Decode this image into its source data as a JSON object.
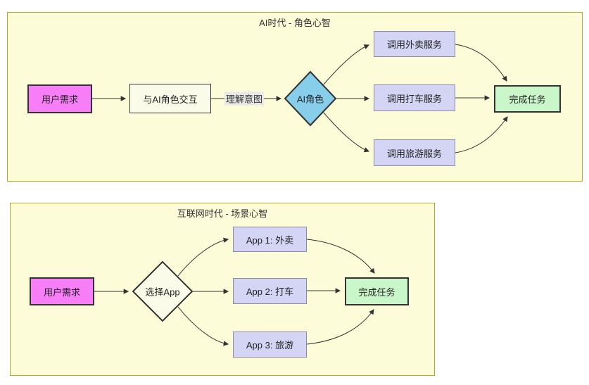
{
  "colors": {
    "page_bg": "#ffffff",
    "subgraph_bg": "#fcfcd9",
    "subgraph_border": "#aaaa33",
    "node_pink": "#f77ef7",
    "node_cream": "#fbfbea",
    "node_blue": "#87ceeb",
    "node_purple": "#d4d5f4",
    "node_purple_border": "#8a8aa5",
    "node_green": "#c9f7c9",
    "node_border_dark": "#333333",
    "edge_color": "#333333",
    "edge_label_bg": "#e8e8e8",
    "text_color": "#333333"
  },
  "diagrams": [
    {
      "title": "AI时代 - 角色心智",
      "nodes": {
        "user_need": "用户需求",
        "interact": "与AI角色交互",
        "decision": "AI角色",
        "service1": "调用外卖服务",
        "service2": "调用打车服务",
        "service3": "调用旅游服务",
        "done": "完成任务"
      },
      "edge_label": "理解意图",
      "edges": [
        {
          "from": "用户需求",
          "to": "与AI角色交互",
          "label": ""
        },
        {
          "from": "与AI角色交互",
          "to": "AI角色",
          "label": "理解意图"
        },
        {
          "from": "AI角色",
          "to": "调用外卖服务",
          "label": ""
        },
        {
          "from": "AI角色",
          "to": "调用打车服务",
          "label": ""
        },
        {
          "from": "AI角色",
          "to": "调用旅游服务",
          "label": ""
        },
        {
          "from": "调用外卖服务",
          "to": "完成任务",
          "label": ""
        },
        {
          "from": "调用打车服务",
          "to": "完成任务",
          "label": ""
        },
        {
          "from": "调用旅游服务",
          "to": "完成任务",
          "label": ""
        }
      ]
    },
    {
      "title": "互联网时代 - 场景心智",
      "nodes": {
        "user_need": "用户需求",
        "decision": "选择App",
        "app1": "App 1: 外卖",
        "app2": "App 2: 打车",
        "app3": "App 3: 旅游",
        "done": "完成任务"
      },
      "edges": [
        {
          "from": "用户需求",
          "to": "选择App",
          "label": ""
        },
        {
          "from": "选择App",
          "to": "App 1: 外卖",
          "label": ""
        },
        {
          "from": "选择App",
          "to": "App 2: 打车",
          "label": ""
        },
        {
          "from": "选择App",
          "to": "App 3: 旅游",
          "label": ""
        },
        {
          "from": "App 1: 外卖",
          "to": "完成任务",
          "label": ""
        },
        {
          "from": "App 2: 打车",
          "to": "完成任务",
          "label": ""
        },
        {
          "from": "App 3: 旅游",
          "to": "完成任务",
          "label": ""
        }
      ]
    }
  ]
}
